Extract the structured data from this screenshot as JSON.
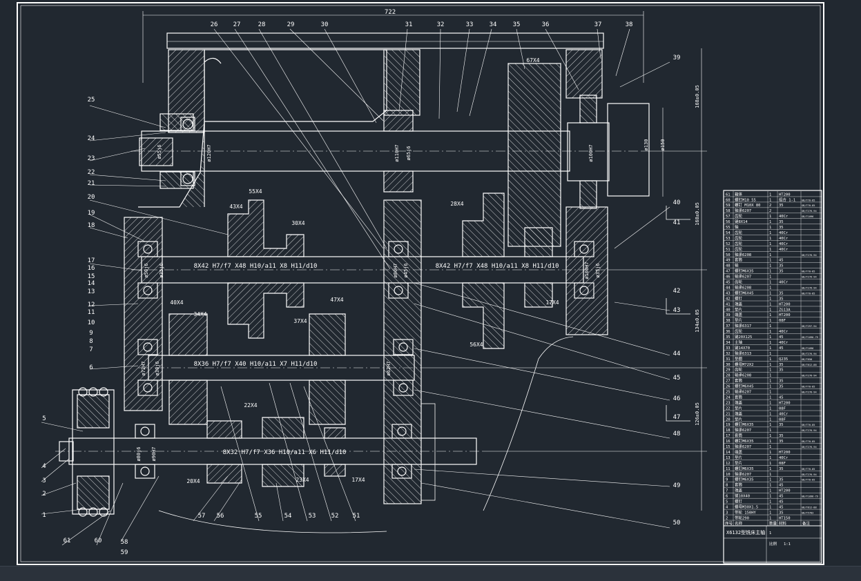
{
  "drawing": {
    "overall_width_dim": "722",
    "part_labels": [
      "26",
      "27",
      "28",
      "29",
      "30",
      "31",
      "32",
      "33",
      "34",
      "35",
      "36",
      "37",
      "38",
      "39",
      "40",
      "41",
      "42",
      "43",
      "44",
      "45",
      "46",
      "47",
      "48",
      "49",
      "50",
      "51",
      "52",
      "53",
      "54",
      "55",
      "56",
      "57",
      "58",
      "59",
      "60",
      "61",
      "1",
      "2",
      "3",
      "4",
      "5",
      "6",
      "7",
      "8",
      "9",
      "10",
      "11",
      "12",
      "13",
      "14",
      "15",
      "16",
      "17",
      "18",
      "19",
      "20",
      "21",
      "22",
      "23",
      "24",
      "25"
    ],
    "gear_labels": [
      "67X4",
      "55X4",
      "43X4",
      "30X4",
      "28X4",
      "40X4",
      "34X4",
      "47X4",
      "37X4",
      "17X4",
      "56X4",
      "22X4",
      "20X4",
      "23X4",
      "17X4"
    ],
    "spline_labels": [
      "8X42 H7/f7 X48 H10/a11 X8 H11/d10",
      "8X42 H7/f7 X48 H10/a11 X8 H11/d10",
      "8X36 H7/f7 X40 H10/a11 X7 H11/d10",
      "8X32 H7/f7 X36 H10/a11 X6 H11/d10"
    ],
    "diameter_labels": [
      "ø55j6",
      "ø120H7",
      "ø110H7",
      "ø65j6",
      "ø100H7",
      "ø150",
      "ø130",
      "ø50j6",
      "ø35j6",
      "ø80H7",
      "ø45j6",
      "ø100H7",
      "ø35j6",
      "ø72H7",
      "ø30j6",
      "ø62H7",
      "ø80j6",
      "ø90H7"
    ],
    "vertical_dims": [
      "168±0.05",
      "168±0.05",
      "134±0.05",
      "126±0.05"
    ]
  },
  "title_block": {
    "title": "X6132型铣床主轴",
    "rows": [
      {
        "no": "61",
        "name": "箱体",
        "qty": "1",
        "mat": "HT200",
        "std": ""
      },
      {
        "no": "60",
        "name": "螺钉M10 55",
        "qty": "1",
        "mat": "组合 1-1",
        "std": "GB/T70-85"
      },
      {
        "no": "59",
        "name": "螺钉 M10X 80",
        "qty": "2",
        "mat": "35",
        "std": "GB/T70-85"
      },
      {
        "no": "58",
        "name": "轴承6207",
        "qty": "2",
        "mat": "",
        "std": "GB/T276-94"
      },
      {
        "no": "57",
        "name": "齿轮",
        "qty": "1",
        "mat": "40Cr",
        "std": "GB/T1096"
      },
      {
        "no": "56",
        "name": "键8X14",
        "qty": "1",
        "mat": "35",
        "std": ""
      },
      {
        "no": "55",
        "name": "轴",
        "qty": "1",
        "mat": "35",
        "std": ""
      },
      {
        "no": "54",
        "name": "齿轮",
        "qty": "1",
        "mat": "40Cr",
        "std": ""
      },
      {
        "no": "53",
        "name": "齿轮",
        "qty": "1",
        "mat": "40Cr",
        "std": ""
      },
      {
        "no": "52",
        "name": "齿轮",
        "qty": "1",
        "mat": "40Cr",
        "std": ""
      },
      {
        "no": "51",
        "name": "齿轮",
        "qty": "1",
        "mat": "40Cr",
        "std": ""
      },
      {
        "no": "50",
        "name": "轴承6208",
        "qty": "1",
        "mat": "",
        "std": "GB/T276-94"
      },
      {
        "no": "49",
        "name": "套筒",
        "qty": "1",
        "mat": "45",
        "std": ""
      },
      {
        "no": "48",
        "name": "轴",
        "qty": "1",
        "mat": "35",
        "std": ""
      },
      {
        "no": "47",
        "name": "螺钉M6X35",
        "qty": "1",
        "mat": "35",
        "std": "GB/T70-85"
      },
      {
        "no": "46",
        "name": "轴承6207",
        "qty": "1",
        "mat": "",
        "std": "GB/T276-94"
      },
      {
        "no": "45",
        "name": "齿轮",
        "qty": "1",
        "mat": "40Cr",
        "std": ""
      },
      {
        "no": "44",
        "name": "轴承6208",
        "qty": "1",
        "mat": "",
        "std": "GB/T276-94"
      },
      {
        "no": "43",
        "name": "螺钉M6X45",
        "qty": "1",
        "mat": "35",
        "std": "GB/T70-85"
      },
      {
        "no": "42",
        "name": "螺钉",
        "qty": "1",
        "mat": "35",
        "std": ""
      },
      {
        "no": "41",
        "name": "端盖",
        "qty": "1",
        "mat": "HT200",
        "std": ""
      },
      {
        "no": "40",
        "name": "垫片",
        "qty": "1",
        "mat": "ZG13A",
        "std": ""
      },
      {
        "no": "39",
        "name": "端盖",
        "qty": "1",
        "mat": "HT200",
        "std": ""
      },
      {
        "no": "38",
        "name": "垫片",
        "qty": "1",
        "mat": "08F",
        "std": ""
      },
      {
        "no": "37",
        "name": "轴承6317",
        "qty": "1",
        "mat": "",
        "std": "GB/T297-94"
      },
      {
        "no": "36",
        "name": "齿轮",
        "qty": "1",
        "mat": "40Cr",
        "std": ""
      },
      {
        "no": "35",
        "name": "键20X125",
        "qty": "1",
        "mat": "45",
        "std": "GB/T1096-79"
      },
      {
        "no": "34",
        "name": "主轴",
        "qty": "1",
        "mat": "40Cr",
        "std": ""
      },
      {
        "no": "33",
        "name": "键14X70",
        "qty": "1",
        "mat": "45",
        "std": "GB/T1096"
      },
      {
        "no": "32",
        "name": "轴承6313",
        "qty": "1",
        "mat": "",
        "std": "GB/T276-94"
      },
      {
        "no": "31",
        "name": "垫圈",
        "qty": "1",
        "mat": "Q235",
        "std": "GB/T858"
      },
      {
        "no": "30",
        "name": "螺母M72X2",
        "qty": "1",
        "mat": "35",
        "std": "GB/T812-88"
      },
      {
        "no": "29",
        "name": "齿轮",
        "qty": "1",
        "mat": "35",
        "std": ""
      },
      {
        "no": "28",
        "name": "轴承6208",
        "qty": "1",
        "mat": "",
        "std": "GB/T276-94"
      },
      {
        "no": "27",
        "name": "套筒",
        "qty": "1",
        "mat": "35",
        "std": ""
      },
      {
        "no": "26",
        "name": "螺钉M6X45",
        "qty": "1",
        "mat": "35",
        "std": "GB/T70-85"
      },
      {
        "no": "25",
        "name": "轴承6207",
        "qty": "1",
        "mat": "",
        "std": "GB/T276-94"
      },
      {
        "no": "24",
        "name": "套筒",
        "qty": "1",
        "mat": "45",
        "std": ""
      },
      {
        "no": "23",
        "name": "端盖",
        "qty": "1",
        "mat": "HT200",
        "std": ""
      },
      {
        "no": "22",
        "name": "垫片",
        "qty": "1",
        "mat": "08F",
        "std": ""
      },
      {
        "no": "21",
        "name": "端盖",
        "qty": "1",
        "mat": "40Cr",
        "std": ""
      },
      {
        "no": "20",
        "name": "垫片",
        "qty": "1",
        "mat": "08F",
        "std": ""
      },
      {
        "no": "19",
        "name": "螺钉M6X35",
        "qty": "1",
        "mat": "35",
        "std": "GB/T70-85"
      },
      {
        "no": "18",
        "name": "轴承6207",
        "qty": "1",
        "mat": "",
        "std": "GB/T276-94"
      },
      {
        "no": "17",
        "name": "套筒",
        "qty": "1",
        "mat": "35",
        "std": ""
      },
      {
        "no": "16",
        "name": "螺钉M6X35",
        "qty": "1",
        "mat": "35",
        "std": "GB/T70-85"
      },
      {
        "no": "15",
        "name": "轴承6207",
        "qty": "1",
        "mat": "",
        "std": "GB/T276-94"
      },
      {
        "no": "14",
        "name": "端盖",
        "qty": "1",
        "mat": "HT200",
        "std": ""
      },
      {
        "no": "13",
        "name": "垫片",
        "qty": "1",
        "mat": "40Cr",
        "std": ""
      },
      {
        "no": "12",
        "name": "垫片",
        "qty": "1",
        "mat": "08F",
        "std": ""
      },
      {
        "no": "11",
        "name": "螺钉M6X35",
        "qty": "1",
        "mat": "35",
        "std": "GB/T70-85"
      },
      {
        "no": "10",
        "name": "轴承6207",
        "qty": "1",
        "mat": "",
        "std": "GB/T276-94"
      },
      {
        "no": "9",
        "name": "螺钉M6X35",
        "qty": "1",
        "mat": "35",
        "std": "GB/T70-85"
      },
      {
        "no": "8",
        "name": "套筒",
        "qty": "1",
        "mat": "45",
        "std": ""
      },
      {
        "no": "7",
        "name": "端盖",
        "qty": "1",
        "mat": "HT200",
        "std": ""
      },
      {
        "no": "6",
        "name": "键10X40",
        "qty": "1",
        "mat": "45",
        "std": "GB/T1096-79"
      },
      {
        "no": "5",
        "name": "螺钉",
        "qty": "1",
        "mat": "45",
        "std": ""
      },
      {
        "no": "4",
        "name": "螺母M30X1.5",
        "qty": "1",
        "mat": "45",
        "std": "GB/T812-88"
      },
      {
        "no": "3",
        "name": "带轮 150HY",
        "qty": "1",
        "mat": "35",
        "std": "GB/T5783"
      },
      {
        "no": "2",
        "name": "带轮290",
        "qty": "1",
        "mat": "HT150",
        "std": ""
      }
    ],
    "header": {
      "no": "序号",
      "name": "名称",
      "qty": "数量",
      "mat": "材料",
      "std": "备注"
    },
    "footer": {
      "scale_label": "比例",
      "scale": "1:1",
      "sheet": "1"
    }
  }
}
